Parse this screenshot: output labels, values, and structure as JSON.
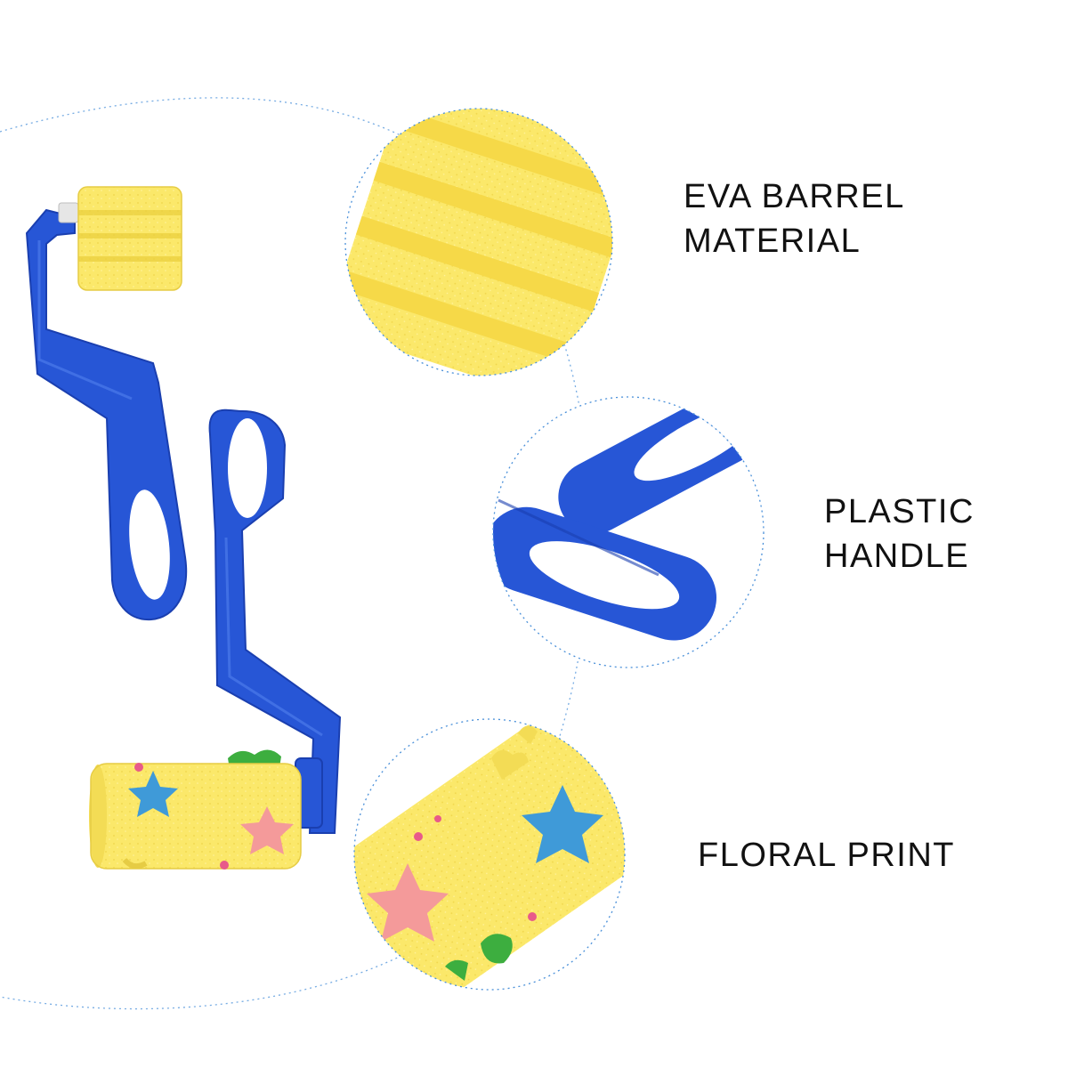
{
  "callouts": {
    "eva_barrel": {
      "line1": "EVA BARREL",
      "line2": "MATERIAL"
    },
    "plastic_handle": {
      "line1": "PLASTIC",
      "line2": "HANDLE"
    },
    "floral_print": {
      "line1": "FLORAL PRINT"
    }
  },
  "colors": {
    "handle_blue": "#2756d6",
    "handle_blue_dark": "#1a3fb0",
    "foam_yellow": "#fbe86a",
    "foam_yellow_dark": "#e9cf3c",
    "star_blue": "#3f9ad8",
    "star_pink": "#f49a9a",
    "shape_green": "#3dae3f",
    "dashed_circle": "#4a90d9"
  },
  "icons": [
    "roller-striped-icon",
    "roller-star-print-icon"
  ]
}
